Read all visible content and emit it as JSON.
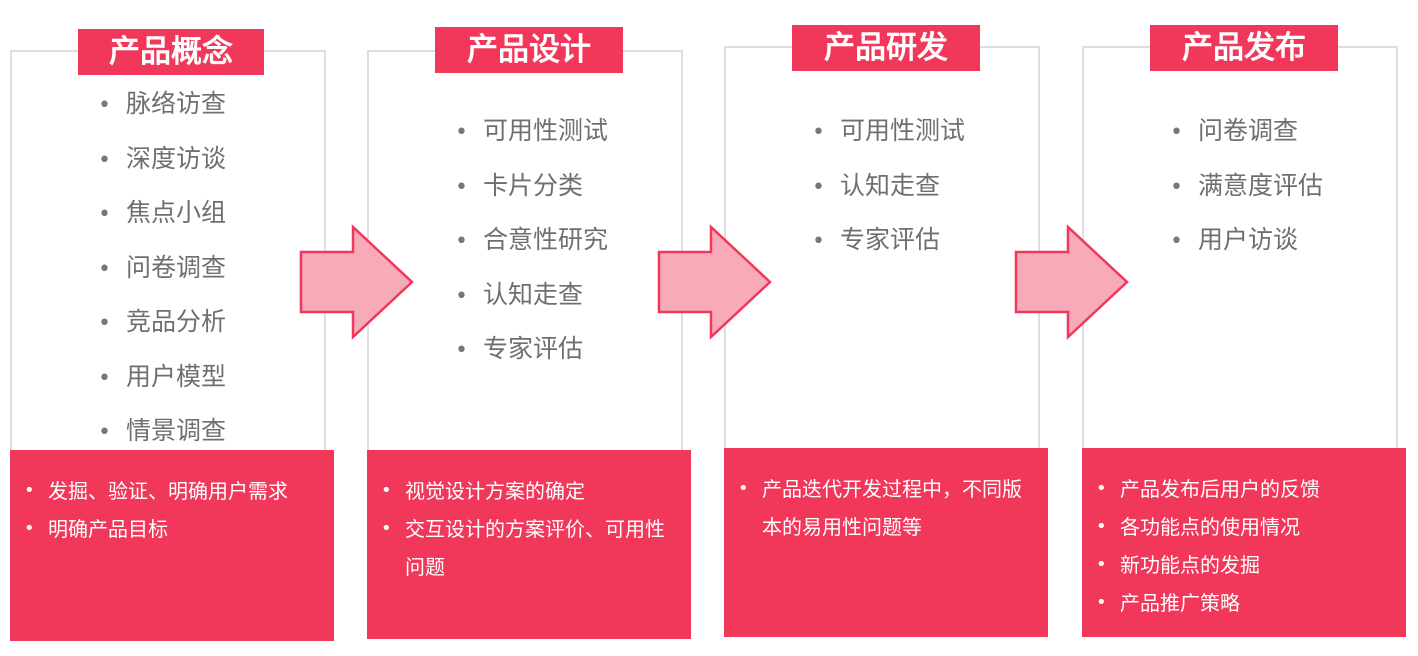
{
  "stages": [
    {
      "title": "产品概念",
      "methods": [
        "脉络访查",
        "深度访谈",
        "焦点小组",
        "问卷调查",
        "竞品分析",
        "用户模型",
        "情景调查"
      ],
      "goals": [
        "发掘、验证、明确用户需求",
        "明确产品目标"
      ]
    },
    {
      "title": "产品设计",
      "methods": [
        "可用性测试",
        "卡片分类",
        "合意性研究",
        "认知走查",
        "专家评估"
      ],
      "goals": [
        "视觉设计方案的确定",
        "交互设计的方案评价、可用性问题"
      ]
    },
    {
      "title": "产品研发",
      "methods": [
        "可用性测试",
        "认知走查",
        "专家评估"
      ],
      "goals": [
        "产品迭代开发过程中，不同版本的易用性问题等"
      ]
    },
    {
      "title": "产品发布",
      "methods": [
        "问卷调查",
        "满意度评估",
        "用户访谈"
      ],
      "goals": [
        "产品发布后用户的反馈",
        "各功能点的使用情况",
        "新功能点的发掘",
        "产品推广策略"
      ]
    }
  ],
  "colors": {
    "accent": "#f1375a",
    "arrow_fill": "#f7aab8",
    "arrow_stroke": "#f1375a",
    "border": "#dedede"
  }
}
